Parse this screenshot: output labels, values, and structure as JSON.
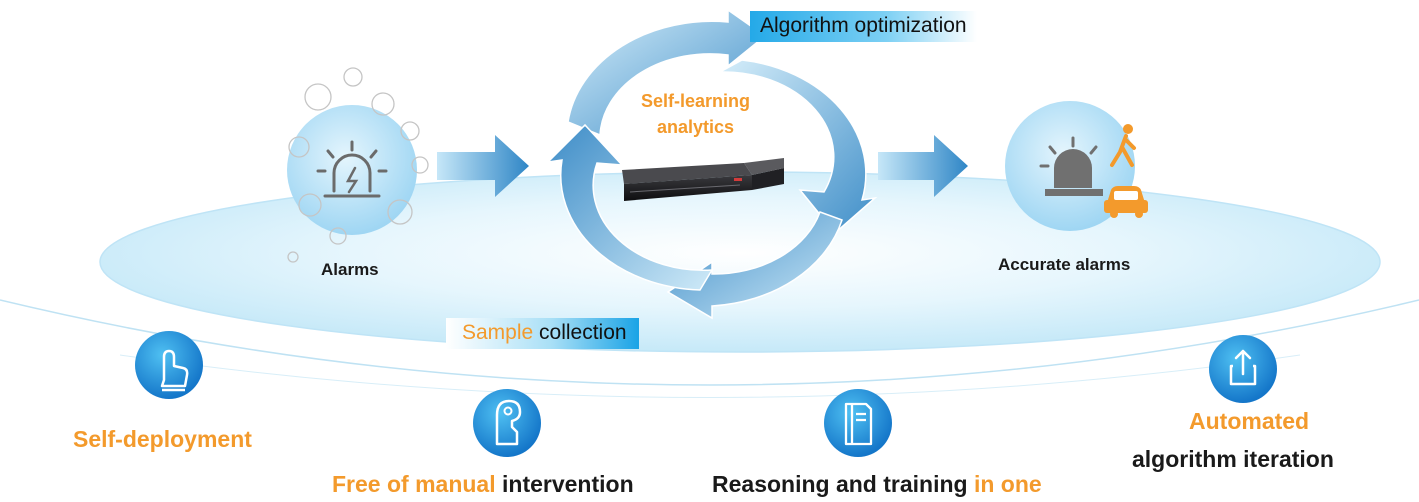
{
  "tags": {
    "algorithm": {
      "part1": "Algorithm",
      "part2": " optimization"
    },
    "sample": {
      "part1": "Sample",
      "part2": " collection"
    }
  },
  "center": {
    "line1": "Self-learning",
    "line2": "analytics"
  },
  "nodes": {
    "alarms": "Alarms",
    "accurate": "Accurate alarms"
  },
  "features": {
    "deployment": {
      "text": "Self-deployment"
    },
    "manual": {
      "part1": "Free of manual",
      "part2": " intervention"
    },
    "reasoning": {
      "part1": "Reasoning and training",
      "part2": " in one"
    },
    "automated": {
      "line1": "Automated",
      "line2": "algorithm iteration"
    }
  },
  "colors": {
    "accent_orange": "#f39a2c",
    "accent_blue": "#1e9be0",
    "arrow_light": "#b9e0f6",
    "arrow_dark": "#3d8fca",
    "ellipse": "#d4effb"
  },
  "icons": {
    "alarms": "siren-icon",
    "accurate": "siren-person-car-icon",
    "deployment": "pointing-hand-icon",
    "manual": "door-hanger-icon",
    "reasoning": "book-icon",
    "automated": "share-upload-icon"
  }
}
